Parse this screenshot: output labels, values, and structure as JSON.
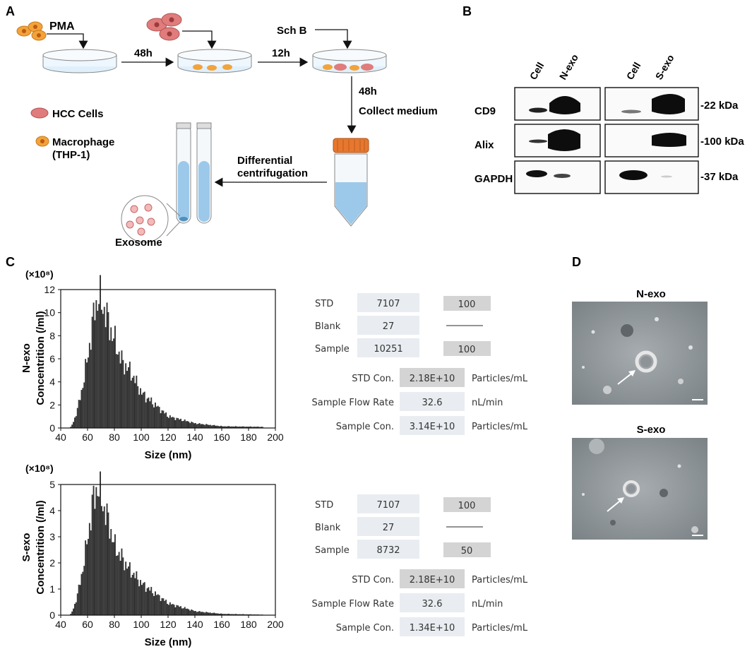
{
  "panels": {
    "a": "A",
    "b": "B",
    "c": "C",
    "d": "D"
  },
  "panel_a": {
    "pma": "PMA",
    "t48a": "48h",
    "t12": "12h",
    "schb": "Sch B",
    "t48b": "48h",
    "collect": "Collect medium",
    "legend_hcc": "HCC Cells",
    "legend_mac1": "Macrophage",
    "legend_mac2": "(THP-1)",
    "diff1": "Differential",
    "diff2": "centrifugation",
    "exosome": "Exosome"
  },
  "panel_b": {
    "cols": [
      "Cell",
      "N-exo",
      "Cell",
      "S-exo"
    ],
    "rows": [
      "CD9",
      "Alix",
      "GAPDH"
    ],
    "kda": [
      "-22 kDa",
      "-100 kDa",
      "-37 kDa"
    ]
  },
  "panel_c": {
    "tables": [
      {
        "rows": [
          {
            "label": "STD",
            "value": "7107",
            "dilution": "100"
          },
          {
            "label": "Blank",
            "value": "27",
            "dilution": ""
          },
          {
            "label": "Sample",
            "value": "10251",
            "dilution": "100"
          }
        ],
        "results": [
          {
            "label": "STD Con.",
            "value": "2.18E+10",
            "unit": "Particles/mL"
          },
          {
            "label": "Sample Flow Rate",
            "value": "32.6",
            "unit": "nL/min"
          },
          {
            "label": "Sample Con.",
            "value": "3.14E+10",
            "unit": "Particles/mL"
          }
        ]
      },
      {
        "rows": [
          {
            "label": "STD",
            "value": "7107",
            "dilution": "100"
          },
          {
            "label": "Blank",
            "value": "27",
            "dilution": ""
          },
          {
            "label": "Sample",
            "value": "8732",
            "dilution": "50"
          }
        ],
        "results": [
          {
            "label": "STD Con.",
            "value": "2.18E+10",
            "unit": "Particles/mL"
          },
          {
            "label": "Sample Flow Rate",
            "value": "32.6",
            "unit": "nL/min"
          },
          {
            "label": "Sample Con.",
            "value": "1.34E+10",
            "unit": "Particles/mL"
          }
        ]
      }
    ]
  },
  "panel_d": {
    "top": "N-exo",
    "bottom": "S-exo"
  },
  "chart_data": [
    {
      "type": "bar",
      "title": "",
      "multiplier": "(×10⁸)",
      "row_label": "N-exo",
      "ylabel": "Concentrition (/ml)",
      "xlabel": "Size (nm)",
      "xlim": [
        40,
        200
      ],
      "ylim": [
        0,
        12
      ],
      "xticks": [
        40,
        60,
        80,
        100,
        120,
        140,
        160,
        180,
        200
      ],
      "yticks": [
        0,
        2,
        4,
        6,
        8,
        10,
        12
      ],
      "color": "#333333",
      "peaks": [
        {
          "x": 65,
          "y": 10.5
        },
        {
          "x": 68,
          "y": 11.3
        },
        {
          "x": 72,
          "y": 10.3
        },
        {
          "x": 78,
          "y": 8.1
        },
        {
          "x": 85,
          "y": 5.8
        },
        {
          "x": 92,
          "y": 4.8
        },
        {
          "x": 100,
          "y": 3.0
        },
        {
          "x": 120,
          "y": 1.0
        },
        {
          "x": 140,
          "y": 0.4
        },
        {
          "x": 160,
          "y": 0.15
        },
        {
          "x": 190,
          "y": 0.1
        }
      ]
    },
    {
      "type": "bar",
      "title": "",
      "multiplier": "(×10⁸)",
      "row_label": "S-exo",
      "ylabel": "Concentrition (/ml)",
      "xlabel": "Size (nm)",
      "xlim": [
        40,
        200
      ],
      "ylim": [
        0,
        5
      ],
      "xticks": [
        40,
        60,
        80,
        100,
        120,
        140,
        160,
        180,
        200
      ],
      "yticks": [
        0,
        1,
        2,
        3,
        4,
        5
      ],
      "color": "#333333",
      "peaks": [
        {
          "x": 63,
          "y": 4.2
        },
        {
          "x": 67,
          "y": 4.95
        },
        {
          "x": 70,
          "y": 4.4
        },
        {
          "x": 75,
          "y": 3.6
        },
        {
          "x": 80,
          "y": 2.6
        },
        {
          "x": 90,
          "y": 1.8
        },
        {
          "x": 100,
          "y": 1.2
        },
        {
          "x": 120,
          "y": 0.45
        },
        {
          "x": 140,
          "y": 0.15
        },
        {
          "x": 160,
          "y": 0.05
        },
        {
          "x": 190,
          "y": 0.02
        }
      ]
    }
  ],
  "colors": {
    "hcc_cell": "#e07c7c",
    "macrophage": "#f2a33a",
    "medium": "#9cc9ea",
    "cap": "#e8772e"
  }
}
